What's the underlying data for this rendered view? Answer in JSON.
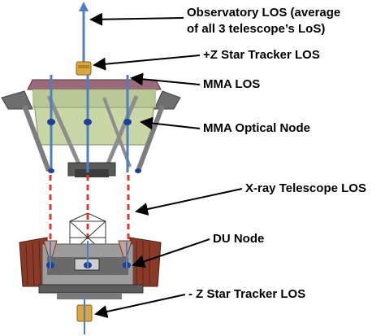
{
  "labels": {
    "observatory_los_line1": "Observatory LOS (average",
    "observatory_los_line2": "of all 3 telescope’s LoS)",
    "plus_z_star_tracker": "+Z  Star Tracker LOS",
    "mma_los": "MMA LOS",
    "mma_optical_node": "MMA Optical  Node",
    "xray_telescope_los": "X-ray Telescope LOS",
    "du_node": "DU Node",
    "minus_z_star_tracker": "- Z  Star Tracker  LOS"
  },
  "colors": {
    "los_line": "#4f7fc0",
    "dashed_link": "#e03a2a",
    "structure_gray": "#8d8d8d",
    "mma_body": "#c9d6a6",
    "mma_rim": "#9a6a78",
    "tracker_gold": "#d9a640",
    "node_blue": "#1f3f9a",
    "du_panel": "#8a3a28",
    "arrow": "#000000"
  }
}
